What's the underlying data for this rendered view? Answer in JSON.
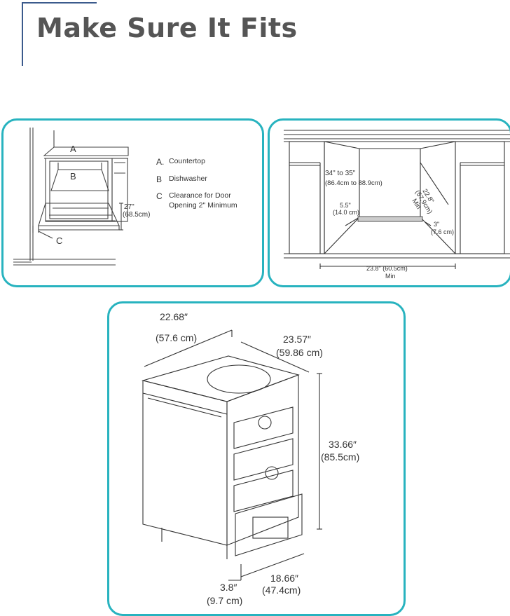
{
  "header": {
    "title": "Make Sure It Fits"
  },
  "panel_cutaway": {
    "label_a": "A",
    "label_b": "B",
    "label_c": "C",
    "door_dim": "27\"",
    "door_dim_metric": "(68.5cm)",
    "legend": [
      {
        "key": "A.",
        "text": "Countertop"
      },
      {
        "key": "B",
        "text": "Dishwasher"
      },
      {
        "key": "C",
        "text": "Clearance for Door Opening 2\" Minimum"
      }
    ]
  },
  "panel_opening": {
    "height": "34\" to 35\"",
    "height_metric": "(86.4cm to 88.9cm)",
    "toe_height": "5.5\"",
    "toe_height_metric": "(14.0 cm)",
    "depth": "22.8\"",
    "depth_metric": "(57.9cm)",
    "depth_note": "Min",
    "toe_depth": "3\"",
    "toe_depth_metric": "(7.6 cm)",
    "width": "23.8\" (60.5cm)",
    "width_note": "Min"
  },
  "panel_unit": {
    "width": "22.68″",
    "width_metric": "(57.6 cm)",
    "depth": "23.57″",
    "depth_metric": "(59.86 cm)",
    "height": "33.66″",
    "height_metric": "(85.5cm)",
    "base_depth": "18.66″",
    "base_depth_metric": "(47.4cm)",
    "toe_kick": "3.8″",
    "toe_kick_metric": "(9.7 cm)"
  }
}
